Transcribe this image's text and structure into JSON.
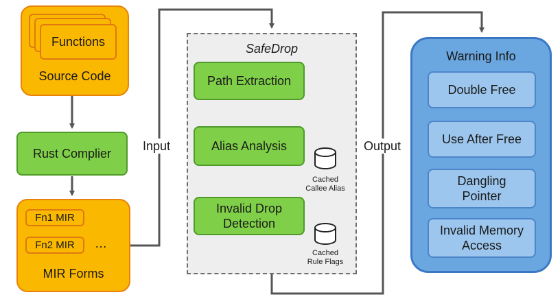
{
  "source": {
    "functions_label": "Functions",
    "source_code_label": "Source Code"
  },
  "compiler": {
    "label": "Rust Complier"
  },
  "mir": {
    "fn1": "Fn1 MIR",
    "fn2": "Fn2 MIR",
    "ellipsis": "…",
    "label": "MIR Forms"
  },
  "edges": {
    "input": "Input",
    "output": "Output"
  },
  "safedrop": {
    "title": "SafeDrop",
    "path_extraction": "Path Extraction",
    "alias_analysis": "Alias Analysis",
    "invalid_drop_line1": "Invalid Drop",
    "invalid_drop_line2": "Detection",
    "cache1_line1": "Cached",
    "cache1_line2": "Callee Alias",
    "cache2_line1": "Cached",
    "cache2_line2": "Rule Flags"
  },
  "warning": {
    "title": "Warning Info",
    "items": [
      "Double Free",
      "Use After Free",
      "Dangling",
      "Pointer",
      "Invalid Memory",
      "Access"
    ]
  },
  "colors": {
    "orange_fill": "#fbb800",
    "green_fill": "#7fd048",
    "blue_fill": "#6aa6e0",
    "arrow": "#555555"
  }
}
